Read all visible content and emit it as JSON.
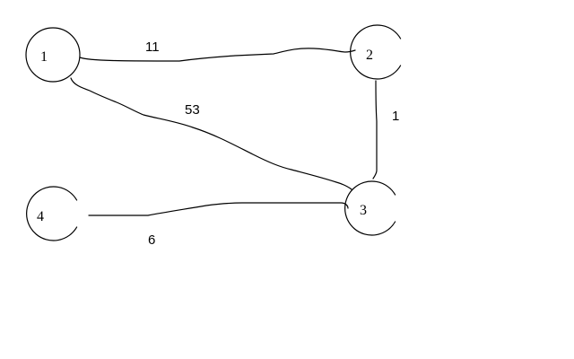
{
  "graph": {
    "nodes": [
      {
        "id": "1",
        "label": "1"
      },
      {
        "id": "2",
        "label": "2"
      },
      {
        "id": "3",
        "label": "3"
      },
      {
        "id": "4",
        "label": "4"
      }
    ],
    "edges": [
      {
        "from": "1",
        "to": "2",
        "weight": "11"
      },
      {
        "from": "1",
        "to": "3",
        "weight": "53"
      },
      {
        "from": "2",
        "to": "3",
        "weight": "1"
      },
      {
        "from": "4",
        "to": "3",
        "weight": "6"
      }
    ]
  },
  "colors": {
    "background": "#ffffff",
    "stroke": "#000000",
    "text": "#000000"
  }
}
